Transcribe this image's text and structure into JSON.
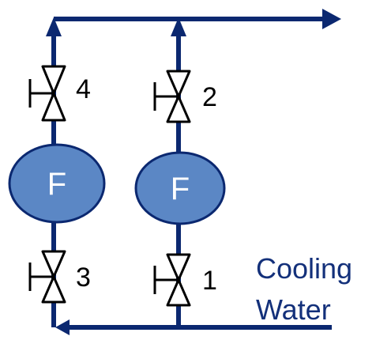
{
  "diagram": {
    "filters": [
      {
        "label": "F"
      },
      {
        "label": "F"
      }
    ],
    "valves": [
      {
        "label": "4"
      },
      {
        "label": "2"
      },
      {
        "label": "3"
      },
      {
        "label": "1"
      }
    ],
    "supply": {
      "line1": "Cooling",
      "line2": "Water"
    },
    "colors": {
      "pipe": "#0b2870",
      "filter_fill": "#5b87c5",
      "label_accent": "#13307a"
    }
  }
}
